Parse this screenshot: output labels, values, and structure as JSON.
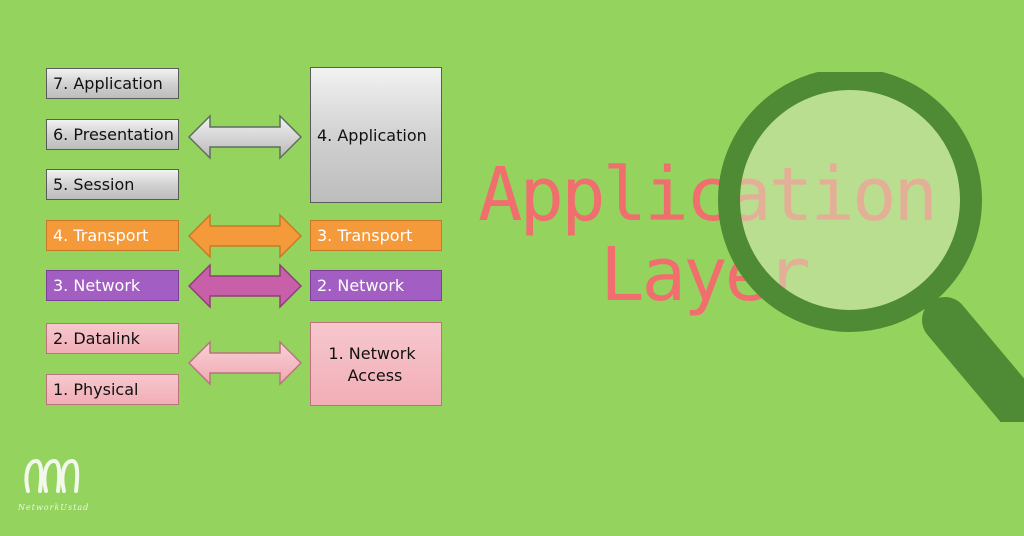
{
  "osi_layers": [
    "7. Application",
    "6. Presentation",
    "5. Session",
    "4. Transport",
    "3. Network",
    "2. Datalink",
    "1. Physical"
  ],
  "tcpip_layers": {
    "application": "4. Application",
    "transport": "3. Transport",
    "network": "2. Network",
    "network_access_line1": "1.  Network",
    "network_access_line2": "Access"
  },
  "title": {
    "line1": "Application",
    "line2": "Layer"
  },
  "logo": {
    "text": "NetworkUstad"
  },
  "colors": {
    "background": "#94d45e",
    "transport": "#f59a3a",
    "network": "#a35ec3",
    "access": "#f2aeb7",
    "title": "#f06e6e",
    "magnifier": "#4f8a35"
  }
}
